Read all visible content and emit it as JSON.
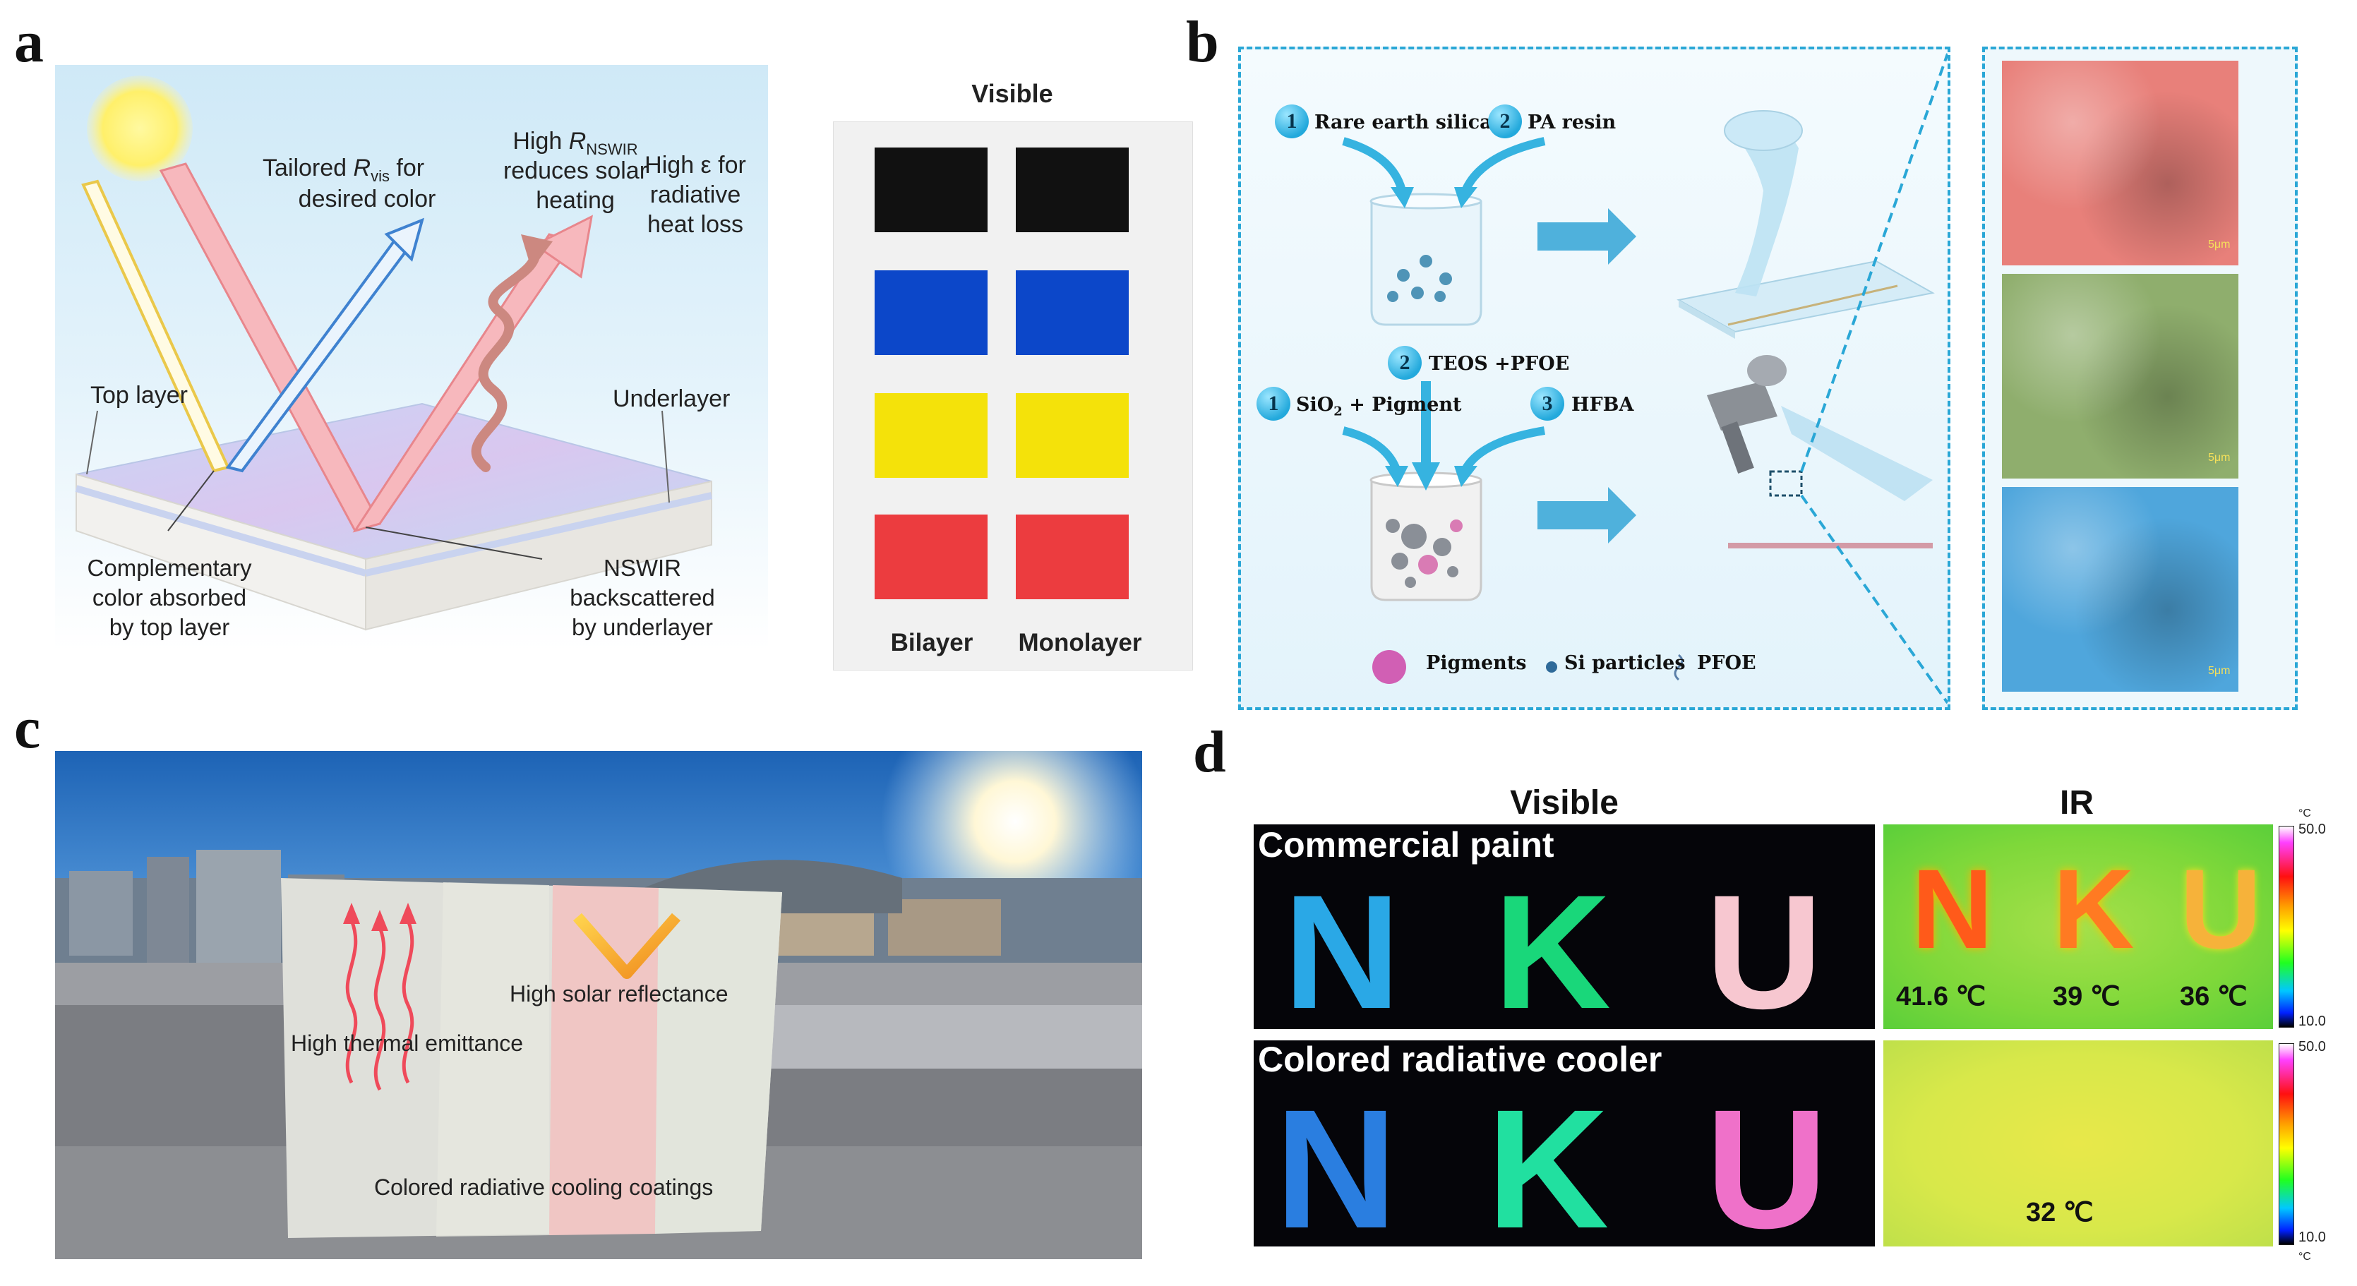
{
  "panel_labels": {
    "a": "a",
    "b": "b",
    "c": "c",
    "d": "d"
  },
  "a": {
    "tailored_pre": "Tailored ",
    "R": "R",
    "vis_sub": "vis",
    "tailored_post": " for",
    "desired": "desired color",
    "high_pre": "High ",
    "nswir_sub": "NSWIR",
    "reduces": "reduces solar",
    "heating": "heating",
    "high_eps_1": "High ε for",
    "high_eps_2": "radiative",
    "high_eps_3": "heat loss",
    "top_layer": "Top layer",
    "underlayer": "Underlayer",
    "comp_1": "Complementary",
    "comp_2": "color absorbed",
    "comp_3": "by top layer",
    "nswir_1": "NSWIR",
    "nswir_2": "backscattered",
    "nswir_3": "by underlayer",
    "visible": "Visible",
    "bilayer": "Bilayer",
    "monolayer": "Monolayer",
    "sample_colors": [
      "#111111",
      "#0c47c9",
      "#f4e20a",
      "#ec3c3f"
    ]
  },
  "b": {
    "n1": "1",
    "rare_earth": "Rare earth silicate",
    "n2": "2",
    "pa_resin": "PA resin",
    "n2b": "2",
    "teos": "TEOS +PFOE",
    "n1b": "1",
    "sio2_pre": "SiO",
    "sio2_sub": "2",
    "sio2_post": " + Pigment",
    "n3": "3",
    "hfba": "HFBA",
    "legend_pigments": "Pigments",
    "legend_si": "Si particles",
    "legend_pfoe": "PFOE",
    "scale": "5μm",
    "sem_colors": [
      "#e8807a",
      "#8fae6d",
      "#4fa6dc"
    ]
  },
  "c": {
    "thermal": "High thermal emittance",
    "solar": "High solar reflectance",
    "coatings": "Colored radiative cooling coatings"
  },
  "d": {
    "visible": "Visible",
    "ir": "IR",
    "commercial": "Commercial paint",
    "cooler": "Colored radiative cooler",
    "letters": [
      "N",
      "K",
      "U"
    ],
    "top_letter_colors": [
      "#2aa8e6",
      "#19d77a",
      "#f7c7d0"
    ],
    "bottom_letter_colors": [
      "#2a7ee0",
      "#21e0a0",
      "#ef71c9"
    ],
    "t1": "41.6 ℃",
    "t2": "39 ℃",
    "t3": "36 ℃",
    "t4": "32 ℃",
    "scale_max": "50.0",
    "scale_min": "10.0",
    "unit": "°C"
  }
}
